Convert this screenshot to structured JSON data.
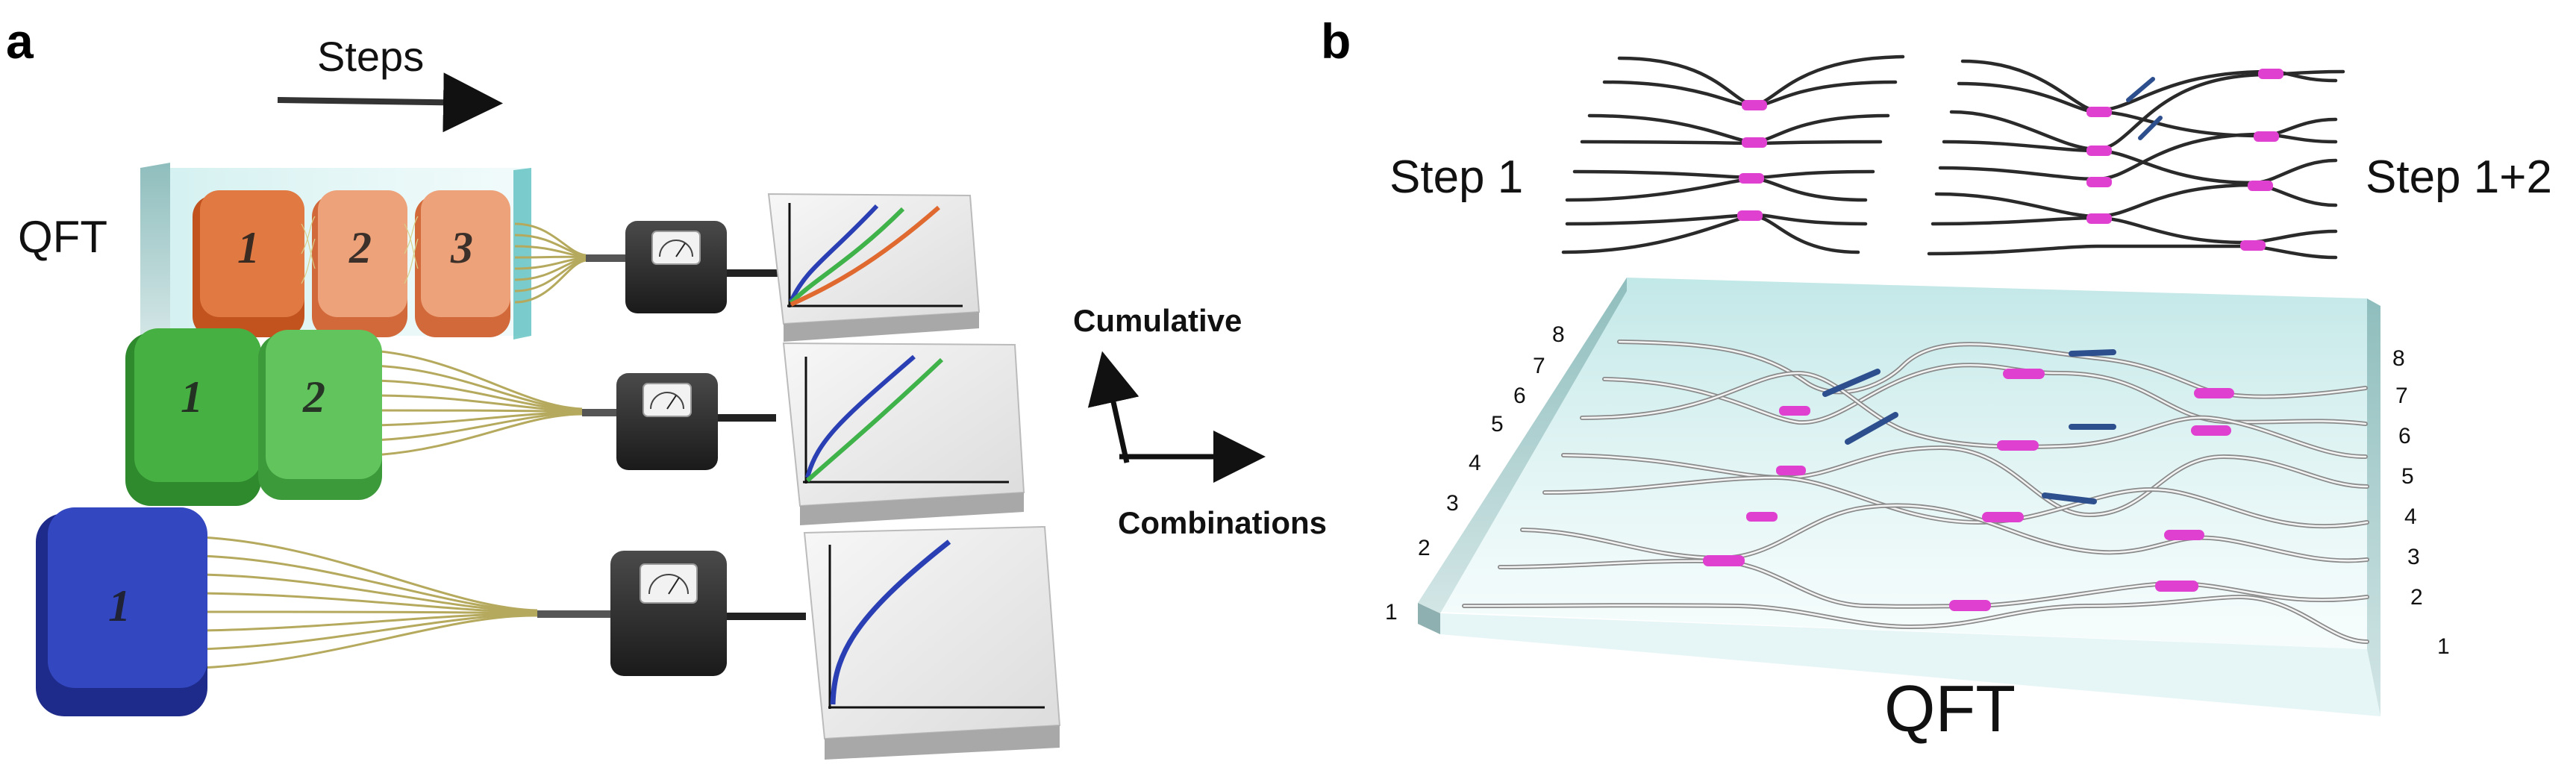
{
  "panel_a": {
    "letter": "a",
    "steps_label": "Steps",
    "qft_label": "QFT",
    "axis_up_label": "Cumulative",
    "axis_right_label": "Combinations",
    "rows": [
      {
        "color": "#d9652c",
        "boxes": [
          "1",
          "2",
          "3"
        ],
        "curves": [
          "#2b3fb5",
          "#3fb34a",
          "#e0692f"
        ]
      },
      {
        "color": "#3fa63c",
        "boxes": [
          "1",
          "2"
        ],
        "curves": [
          "#2b3fb5",
          "#3fb34a"
        ]
      },
      {
        "color": "#2a3aae",
        "boxes": [
          "1"
        ],
        "curves": [
          "#2b3fb5"
        ]
      }
    ]
  },
  "panel_b": {
    "letter": "b",
    "step1_label": "Step 1",
    "step12_label": "Step 1+2",
    "qft_label": "QFT",
    "left_modes": [
      "1",
      "2",
      "3",
      "4",
      "5",
      "6",
      "7",
      "8"
    ],
    "right_modes": [
      "8",
      "7",
      "6",
      "5",
      "4",
      "3",
      "2",
      "1"
    ],
    "coupler_color": "#e040d0",
    "phase_color": "#2e4f8e"
  }
}
